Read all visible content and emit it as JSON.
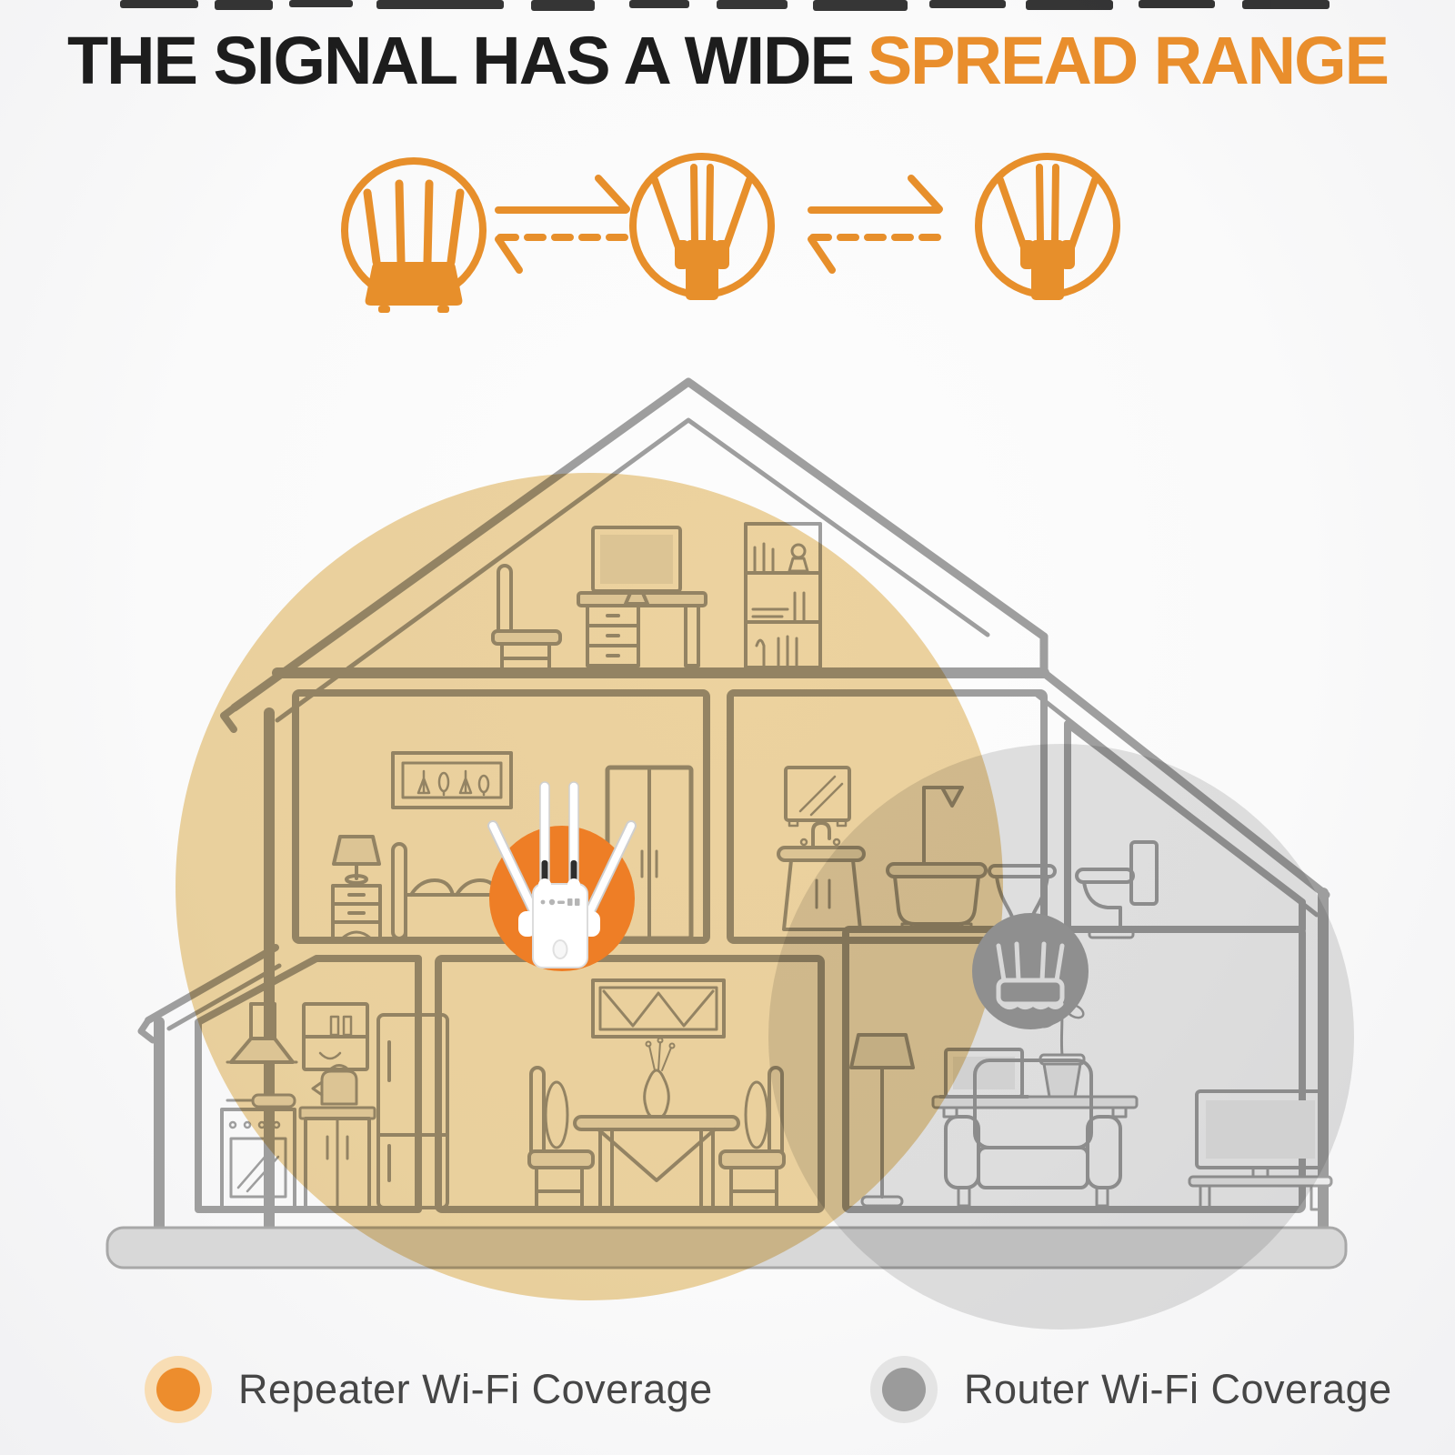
{
  "title": {
    "dark": "THE SIGNAL HAS A WIDE",
    "accent": "SPREAD RANGE"
  },
  "flow_icons": {
    "items": [
      "wifi-router",
      "wifi-repeater",
      "wifi-repeater"
    ],
    "arrow_solid_direction": "right",
    "arrow_dashed_direction": "left"
  },
  "legend": {
    "items": [
      {
        "label": "Repeater Wi-Fi Coverage",
        "dot_color": "#ed8d2d",
        "halo_color": "#f8ddb4"
      },
      {
        "label": "Router Wi-Fi Coverage",
        "dot_color": "#9b9b9b",
        "halo_color": "#e4e4e4"
      }
    ]
  },
  "scene": {
    "repeater_coverage_tint": "#eed4a0",
    "router_coverage_tint": "#e2e2e2",
    "repeater_badge_color": "#ee7e26",
    "router_badge_color": "#8f8f8f"
  },
  "colors": {
    "accent_orange": "#e98e2c",
    "title_dark": "#1d1d1d",
    "house_line": "#9e9e9e",
    "legend_text": "#464646",
    "background": "#fafafa"
  }
}
